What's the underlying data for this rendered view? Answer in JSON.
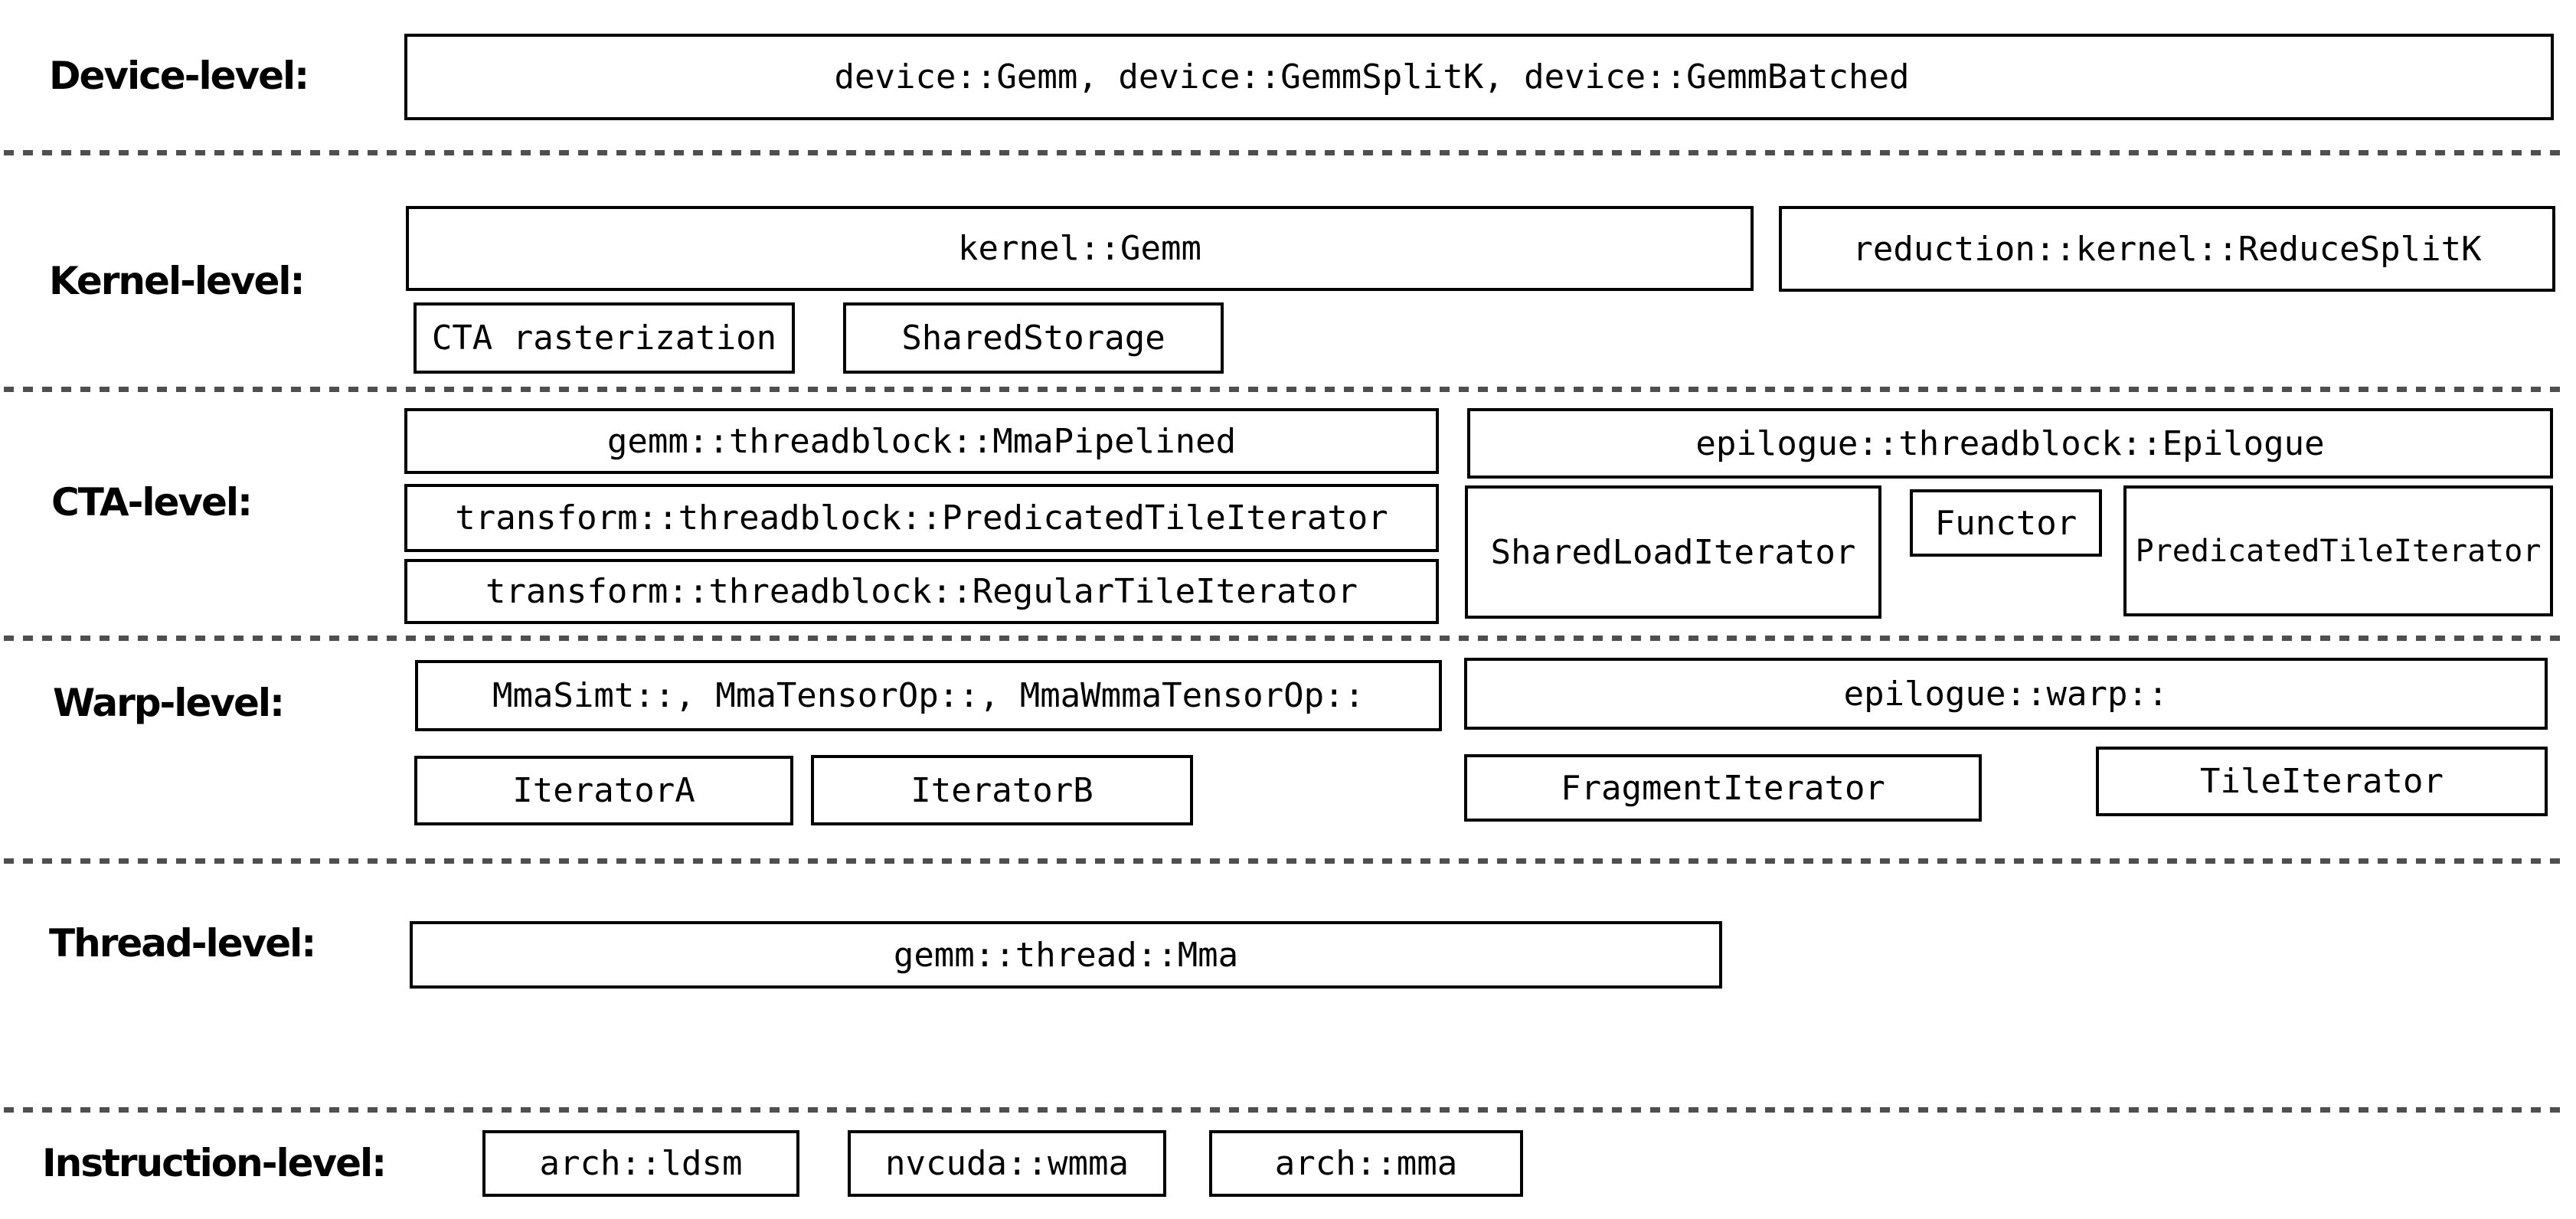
{
  "rows": [
    {
      "label": "Device-level:",
      "boxes": [
        {
          "text": "device::Gemm, device::GemmSplitK, device::GemmBatched"
        }
      ]
    },
    {
      "label": "Kernel-level:",
      "boxes": [
        {
          "text": "kernel::Gemm"
        },
        {
          "text": "reduction::kernel::ReduceSplitK"
        },
        {
          "text": "CTA rasterization"
        },
        {
          "text": "SharedStorage"
        }
      ]
    },
    {
      "label": "CTA-level:",
      "boxes": [
        {
          "text": "gemm::threadblock::MmaPipelined"
        },
        {
          "text": "transform::threadblock::PredicatedTileIterator"
        },
        {
          "text": "transform::threadblock::RegularTileIterator"
        },
        {
          "text": "epilogue::threadblock::Epilogue"
        },
        {
          "text": "SharedLoadIterator"
        },
        {
          "text": "Functor"
        },
        {
          "text": "PredicatedTileIterator"
        }
      ]
    },
    {
      "label": "Warp-level:",
      "boxes": [
        {
          "text": "MmaSimt::, MmaTensorOp::, MmaWmmaTensorOp::"
        },
        {
          "text": "epilogue::warp::"
        },
        {
          "text": "IteratorA"
        },
        {
          "text": "IteratorB"
        },
        {
          "text": "FragmentIterator"
        },
        {
          "text": "TileIterator"
        }
      ]
    },
    {
      "label": "Thread-level:",
      "boxes": [
        {
          "text": "gemm::thread::Mma"
        }
      ]
    },
    {
      "label": "Instruction-level:",
      "boxes": [
        {
          "text": "arch::ldsm"
        },
        {
          "text": "nvcuda::wmma"
        },
        {
          "text": "arch::mma"
        }
      ]
    }
  ],
  "colors": {
    "background": "#ffffff",
    "border": "#000000",
    "text": "#000000",
    "separator": "#4f4f4f"
  }
}
